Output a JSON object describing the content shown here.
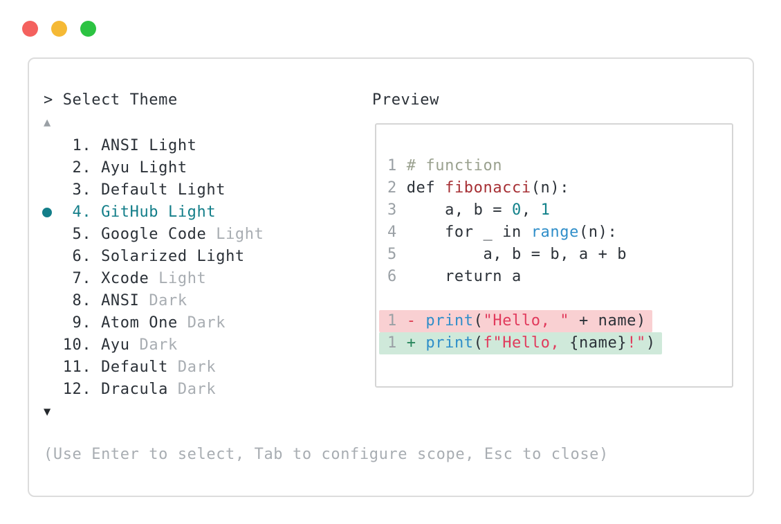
{
  "window_controls": [
    {
      "name": "close",
      "color": "#f4615e"
    },
    {
      "name": "minimize",
      "color": "#f5b935"
    },
    {
      "name": "maximize",
      "color": "#2cc342"
    }
  ],
  "theme_picker": {
    "prompt": "> Select Theme",
    "scroll_up": "▲",
    "scroll_down": "▼",
    "items": [
      {
        "number": "1",
        "label": "ANSI Light",
        "dim": "",
        "selected": false
      },
      {
        "number": "2",
        "label": "Ayu Light",
        "dim": "",
        "selected": false
      },
      {
        "number": "3",
        "label": "Default Light",
        "dim": "",
        "selected": false
      },
      {
        "number": "4",
        "label": "GitHub Light",
        "dim": "",
        "selected": true
      },
      {
        "number": "5",
        "label": "Google Code",
        "dim": "Light",
        "selected": false
      },
      {
        "number": "6",
        "label": "Solarized Light",
        "dim": "",
        "selected": false
      },
      {
        "number": "7",
        "label": "Xcode",
        "dim": "Light",
        "selected": false
      },
      {
        "number": "8",
        "label": "ANSI",
        "dim": "Dark",
        "selected": false
      },
      {
        "number": "9",
        "label": "Atom One",
        "dim": "Dark",
        "selected": false
      },
      {
        "number": "10",
        "label": "Ayu",
        "dim": "Dark",
        "selected": false
      },
      {
        "number": "11",
        "label": "Default",
        "dim": "Dark",
        "selected": false
      },
      {
        "number": "12",
        "label": "Dracula",
        "dim": "Dark",
        "selected": false
      }
    ],
    "hint": "(Use Enter to select, Tab to configure scope, Esc to close)"
  },
  "preview": {
    "title": "Preview",
    "code_lines": [
      {
        "diff": "",
        "tokens": [
          {
            "t": "1 ",
            "c": "lineno"
          },
          {
            "t": "# function",
            "c": "comment"
          }
        ]
      },
      {
        "diff": "",
        "tokens": [
          {
            "t": "2 ",
            "c": "lineno"
          },
          {
            "t": "def ",
            "c": "text"
          },
          {
            "t": "fibonacci",
            "c": "func"
          },
          {
            "t": "(n):",
            "c": "text"
          }
        ]
      },
      {
        "diff": "",
        "tokens": [
          {
            "t": "3 ",
            "c": "lineno"
          },
          {
            "t": "    a, b = ",
            "c": "text"
          },
          {
            "t": "0",
            "c": "number"
          },
          {
            "t": ", ",
            "c": "text"
          },
          {
            "t": "1",
            "c": "number"
          }
        ]
      },
      {
        "diff": "",
        "tokens": [
          {
            "t": "4 ",
            "c": "lineno"
          },
          {
            "t": "    for _ in ",
            "c": "text"
          },
          {
            "t": "range",
            "c": "builtin"
          },
          {
            "t": "(n):",
            "c": "text"
          }
        ]
      },
      {
        "diff": "",
        "tokens": [
          {
            "t": "5 ",
            "c": "lineno"
          },
          {
            "t": "        a, b = b, a + b",
            "c": "text"
          }
        ]
      },
      {
        "diff": "",
        "tokens": [
          {
            "t": "6 ",
            "c": "lineno"
          },
          {
            "t": "    return a",
            "c": "text"
          }
        ]
      },
      {
        "diff": "",
        "tokens": []
      },
      {
        "diff": "removed",
        "tokens": [
          {
            "t": "1 ",
            "c": "lineno"
          },
          {
            "t": "- ",
            "c": "minus"
          },
          {
            "t": "print",
            "c": "builtin"
          },
          {
            "t": "(",
            "c": "text"
          },
          {
            "t": "\"Hello, \"",
            "c": "string"
          },
          {
            "t": " + name)",
            "c": "text"
          }
        ]
      },
      {
        "diff": "added",
        "tokens": [
          {
            "t": "1 ",
            "c": "lineno"
          },
          {
            "t": "+ ",
            "c": "plus"
          },
          {
            "t": "print",
            "c": "builtin"
          },
          {
            "t": "(",
            "c": "text"
          },
          {
            "t": "f\"Hello, ",
            "c": "string"
          },
          {
            "t": "{name}",
            "c": "text"
          },
          {
            "t": "!\"",
            "c": "string"
          },
          {
            "t": ")",
            "c": "text"
          }
        ]
      }
    ]
  },
  "colors": {
    "accent": "#137e89",
    "text": "#2b3138",
    "muted": "#a8adb2",
    "arrow_up": "#9aa0a5",
    "arrow_down": "#24282c",
    "diff_removed_bg": "#f9d0d2",
    "diff_added_bg": "#cfe9da",
    "window_border": "#dcdcdc",
    "preview_border": "#d5d5d5",
    "syntax": {
      "lineno": "#9aa0a5",
      "text": "#2b3138",
      "comment": "#9aa18f",
      "func": "#a62f34",
      "builtin": "#2f8ec9",
      "number": "#11818a",
      "string": "#e13a5c",
      "minus": "#dd3a50",
      "plus": "#27865c"
    }
  }
}
